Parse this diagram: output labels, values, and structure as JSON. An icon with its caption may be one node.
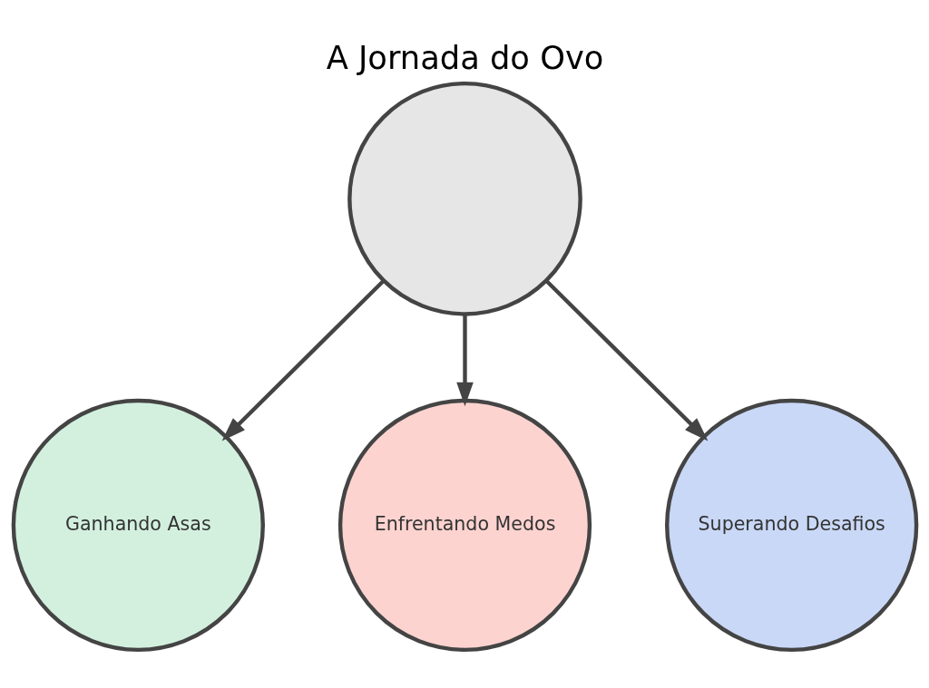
{
  "diagram": {
    "title": "A Jornada do Ovo",
    "nodes": [
      {
        "text": [],
        "shape": "circle"
      },
      {
        "text": [
          "Ganhando Asas"
        ]
      },
      {
        "text": [
          "Enfrentando Medos"
        ]
      },
      {
        "text": [
          "Superando Desafios"
        ]
      }
    ],
    "edges": [
      {
        "from": 0,
        "to": 1,
        "arrow": "to"
      },
      {
        "from": 0,
        "to": 2,
        "arrow": "to"
      },
      {
        "from": 0,
        "to": 3,
        "arrow": "to"
      }
    ]
  }
}
